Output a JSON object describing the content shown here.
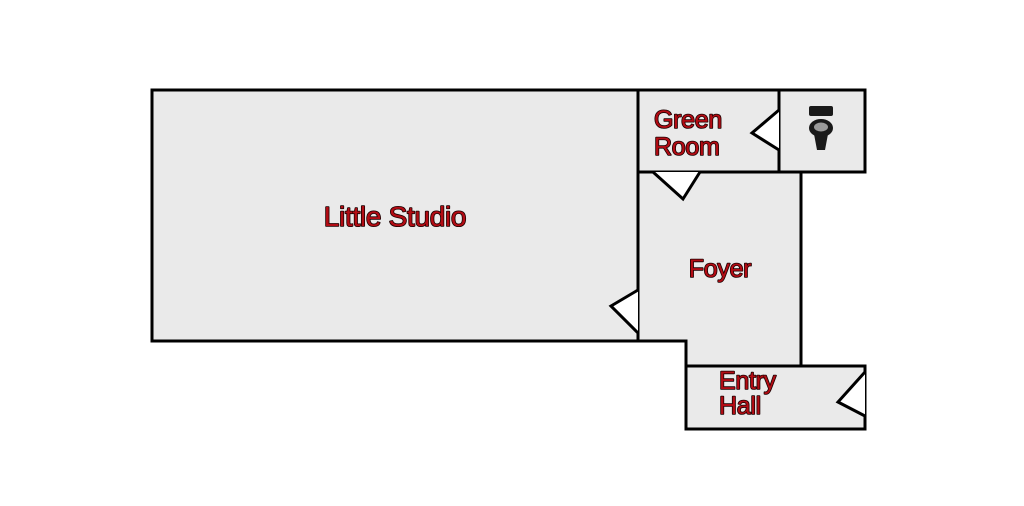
{
  "floor_plan": {
    "rooms": [
      {
        "id": "little-studio",
        "label": "Little Studio"
      },
      {
        "id": "green-room",
        "label_lines": [
          "Green",
          "Room"
        ]
      },
      {
        "id": "restroom",
        "fixture_icon": "toilet-icon"
      },
      {
        "id": "foyer",
        "label": "Foyer"
      },
      {
        "id": "entry-hall",
        "label_lines": [
          "Entry",
          "Hall"
        ]
      }
    ]
  },
  "colors": {
    "background": "#ffffff",
    "room_fill": "#eaeaea",
    "wall": "#000000",
    "label_fill": "#b30c14",
    "label_stroke": "#1a0000"
  }
}
